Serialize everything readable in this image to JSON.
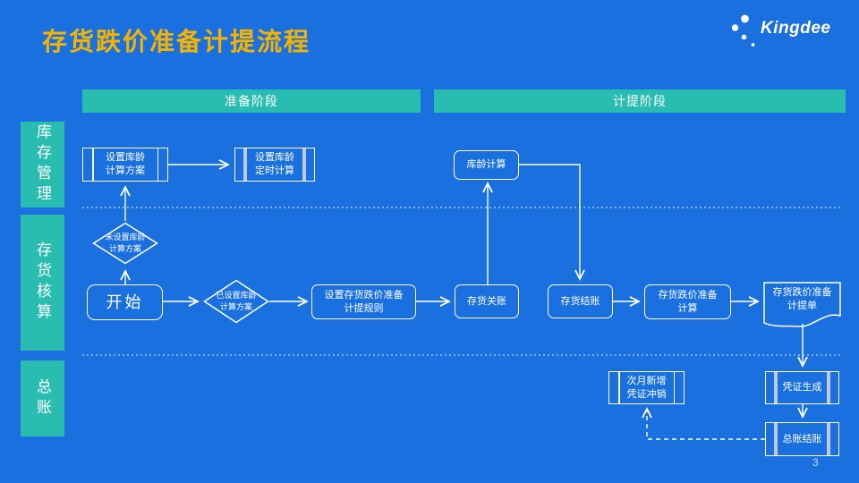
{
  "slide": {
    "title": "存货跌价准备计提流程",
    "page_number": "3"
  },
  "logo": {
    "text": "Kingdee"
  },
  "phases": [
    {
      "label": "准备阶段"
    },
    {
      "label": "计提阶段"
    }
  ],
  "lanes": [
    {
      "label": "库存管理"
    },
    {
      "label": "存货核算"
    },
    {
      "label": "总账"
    }
  ],
  "nodes": {
    "set_aging_plan": {
      "label": "设置库龄\n计算方案",
      "shape": "predefined-process"
    },
    "set_aging_timer": {
      "label": "设置库龄\n定时计算",
      "shape": "predefined-process"
    },
    "aging_calc": {
      "label": "库龄计算",
      "shape": "rounded-rect"
    },
    "start": {
      "label": "开始",
      "shape": "rounded-rect"
    },
    "cond_no_plan": {
      "label": "未设置库龄\n计算方案",
      "shape": "decision-diamond"
    },
    "cond_has_plan": {
      "label": "已设置库龄\n计算方案",
      "shape": "decision-diamond"
    },
    "set_provision_rule": {
      "label": "设置存货跌价准备\n计提规则",
      "shape": "rounded-rect"
    },
    "inventory_close": {
      "label": "存货关账",
      "shape": "rounded-rect"
    },
    "inventory_settle": {
      "label": "存货结账",
      "shape": "rounded-rect"
    },
    "provision_calc": {
      "label": "存货跌价准备\n计算",
      "shape": "rounded-rect"
    },
    "provision_doc": {
      "label": "存货跌价准备\n计提单",
      "shape": "document"
    },
    "next_month_reversal": {
      "label": "次月新增\n凭证冲销",
      "shape": "predefined-process"
    },
    "voucher_generate": {
      "label": "凭证生成",
      "shape": "predefined-process"
    },
    "gl_close": {
      "label": "总账结账",
      "shape": "predefined-process"
    }
  },
  "colors": {
    "background": "#1B70DF",
    "band_teal": "#29BDB2",
    "title_gold": "#F5B301",
    "line_white": "#FFFFFF",
    "predef_bar_gray": "#BCC9DF"
  }
}
